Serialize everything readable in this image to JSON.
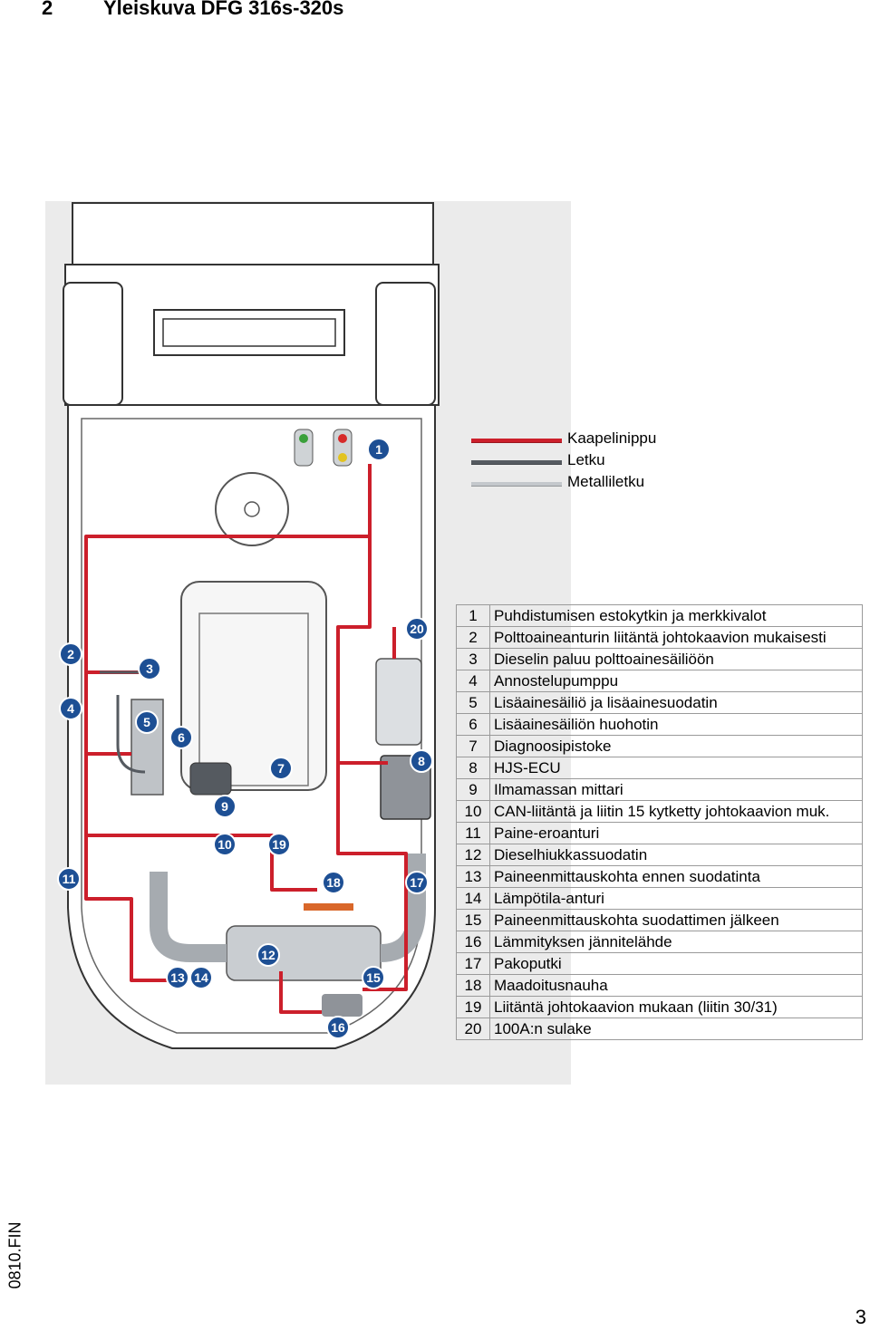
{
  "header": {
    "section_number": "2",
    "title": "Yleiskuva DFG 316s-320s"
  },
  "legend": [
    {
      "label": "Kaapelinippu",
      "color": "#cc1f2b"
    },
    {
      "label": "Letku",
      "color": "#555a60"
    },
    {
      "label": "Metalliletku",
      "color": "#c4c8cc"
    }
  ],
  "parts": [
    {
      "num": "1",
      "text": "Puhdistumisen estokytkin ja merkkivalot"
    },
    {
      "num": "2",
      "text": "Polttoaineanturin liitäntä johtokaavion mukaisesti"
    },
    {
      "num": "3",
      "text": "Dieselin paluu polttoainesäiliöön"
    },
    {
      "num": "4",
      "text": "Annostelupumppu"
    },
    {
      "num": "5",
      "text": "Lisäainesäiliö ja lisäainesuodatin"
    },
    {
      "num": "6",
      "text": "Lisäainesäiliön huohotin"
    },
    {
      "num": "7",
      "text": "Diagnoosipistoke"
    },
    {
      "num": "8",
      "text": "HJS-ECU"
    },
    {
      "num": "9",
      "text": "Ilmamassan mittari"
    },
    {
      "num": "10",
      "text": "CAN-liitäntä ja liitin 15 kytketty johtokaavion muk."
    },
    {
      "num": "11",
      "text": "Paine-eroanturi"
    },
    {
      "num": "12",
      "text": "Dieselhiukkassuodatin"
    },
    {
      "num": "13",
      "text": "Paineenmittauskohta ennen suodatinta"
    },
    {
      "num": "14",
      "text": "Lämpötila-anturi"
    },
    {
      "num": "15",
      "text": "Paineenmittauskohta suodattimen jälkeen"
    },
    {
      "num": "16",
      "text": "Lämmityksen jännitelähde"
    },
    {
      "num": "17",
      "text": "Pakoputki"
    },
    {
      "num": "18",
      "text": "Maadoitusnauha"
    },
    {
      "num": "19",
      "text": "Liitäntä johtokaavion mukaan (liitin 30/31)"
    },
    {
      "num": "20",
      "text": "100A:n sulake"
    }
  ],
  "diagram": {
    "callouts": [
      "1",
      "2",
      "3",
      "4",
      "5",
      "6",
      "7",
      "8",
      "9",
      "10",
      "11",
      "12",
      "13",
      "14",
      "15",
      "16",
      "17",
      "18",
      "19",
      "20"
    ]
  },
  "footer": {
    "doc_number": "0810.FIN",
    "page_number": "3"
  }
}
